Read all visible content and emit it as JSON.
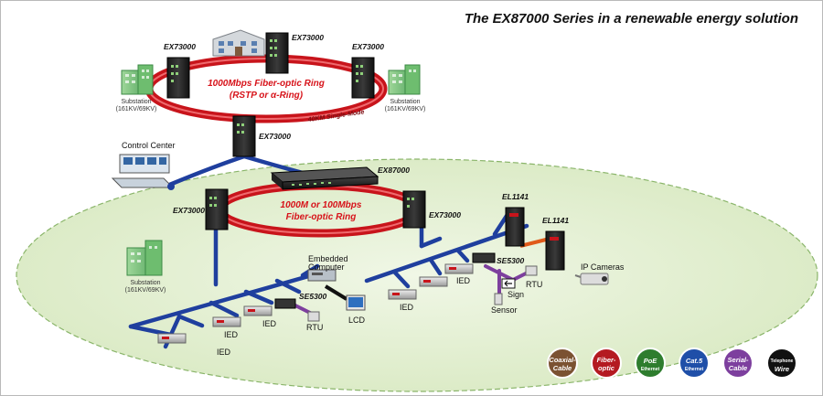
{
  "title": "The EX87000 Series in a renewable energy solution",
  "devices": {
    "ex73000_top": "EX73000",
    "ex73000_left": "EX73000",
    "ex73000_right": "EX73000",
    "ex73000_mid": "EX73000",
    "ex87000": "EX87000",
    "ex73000_lower_left": "EX73000",
    "ex73000_lower_right": "EX73000",
    "el1141_a": "EL1141",
    "el1141_b": "EL1141",
    "se5300_left": "SE5300",
    "se5300_right": "SE5300"
  },
  "rings": {
    "upper_line1": "1000Mbps Fiber-optic Ring",
    "upper_line2": "(RSTP or α-Ring)",
    "upper_km": "40KM Single-Mode",
    "lower_line1": "1000M or 100Mbps",
    "lower_line2": "Fiber-optic Ring"
  },
  "substations": {
    "left_name": "Substation",
    "left_kv": "(161KV/69KV)",
    "right_name": "Substation",
    "right_kv": "(161KV/69KV)",
    "field_name": "Substation",
    "field_kv": "(161KV/69KV)"
  },
  "labels": {
    "control_center": "Control Center",
    "embedded_line1": "Embedded",
    "embedded_line2": "Computer",
    "lcd": "LCD",
    "rtu_left": "RTU",
    "rtu_right": "RTU",
    "ied_1": "IED",
    "ied_2": "IED",
    "ied_3": "IED",
    "ied_4": "IED",
    "ied_5": "IED",
    "ip_cameras": "IP Cameras",
    "sign": "Sign",
    "sensor": "Sensor"
  },
  "legend": [
    {
      "line1": "Coaxial-",
      "line2": "Cable",
      "color": "#7b5232"
    },
    {
      "line1": "Fiber-",
      "line2": "optic",
      "color": "#b41a21"
    },
    {
      "line1": "PoE",
      "line2": "Ethernet",
      "color": "#2e7d2e"
    },
    {
      "line1": "Cat.5",
      "line2": "Ethernet",
      "color": "#1f4fa8"
    },
    {
      "line1": "Serial-",
      "line2": "Cable",
      "color": "#7d3f9e"
    },
    {
      "line1": "Telephone",
      "line2": "Wire",
      "color": "#111111"
    }
  ],
  "colors": {
    "fiber_ring": "#c8141b",
    "cat5": "#1f3f9e",
    "serial": "#7d3f9e",
    "poe": "#e05a1a",
    "field": "#e6f1d5"
  }
}
